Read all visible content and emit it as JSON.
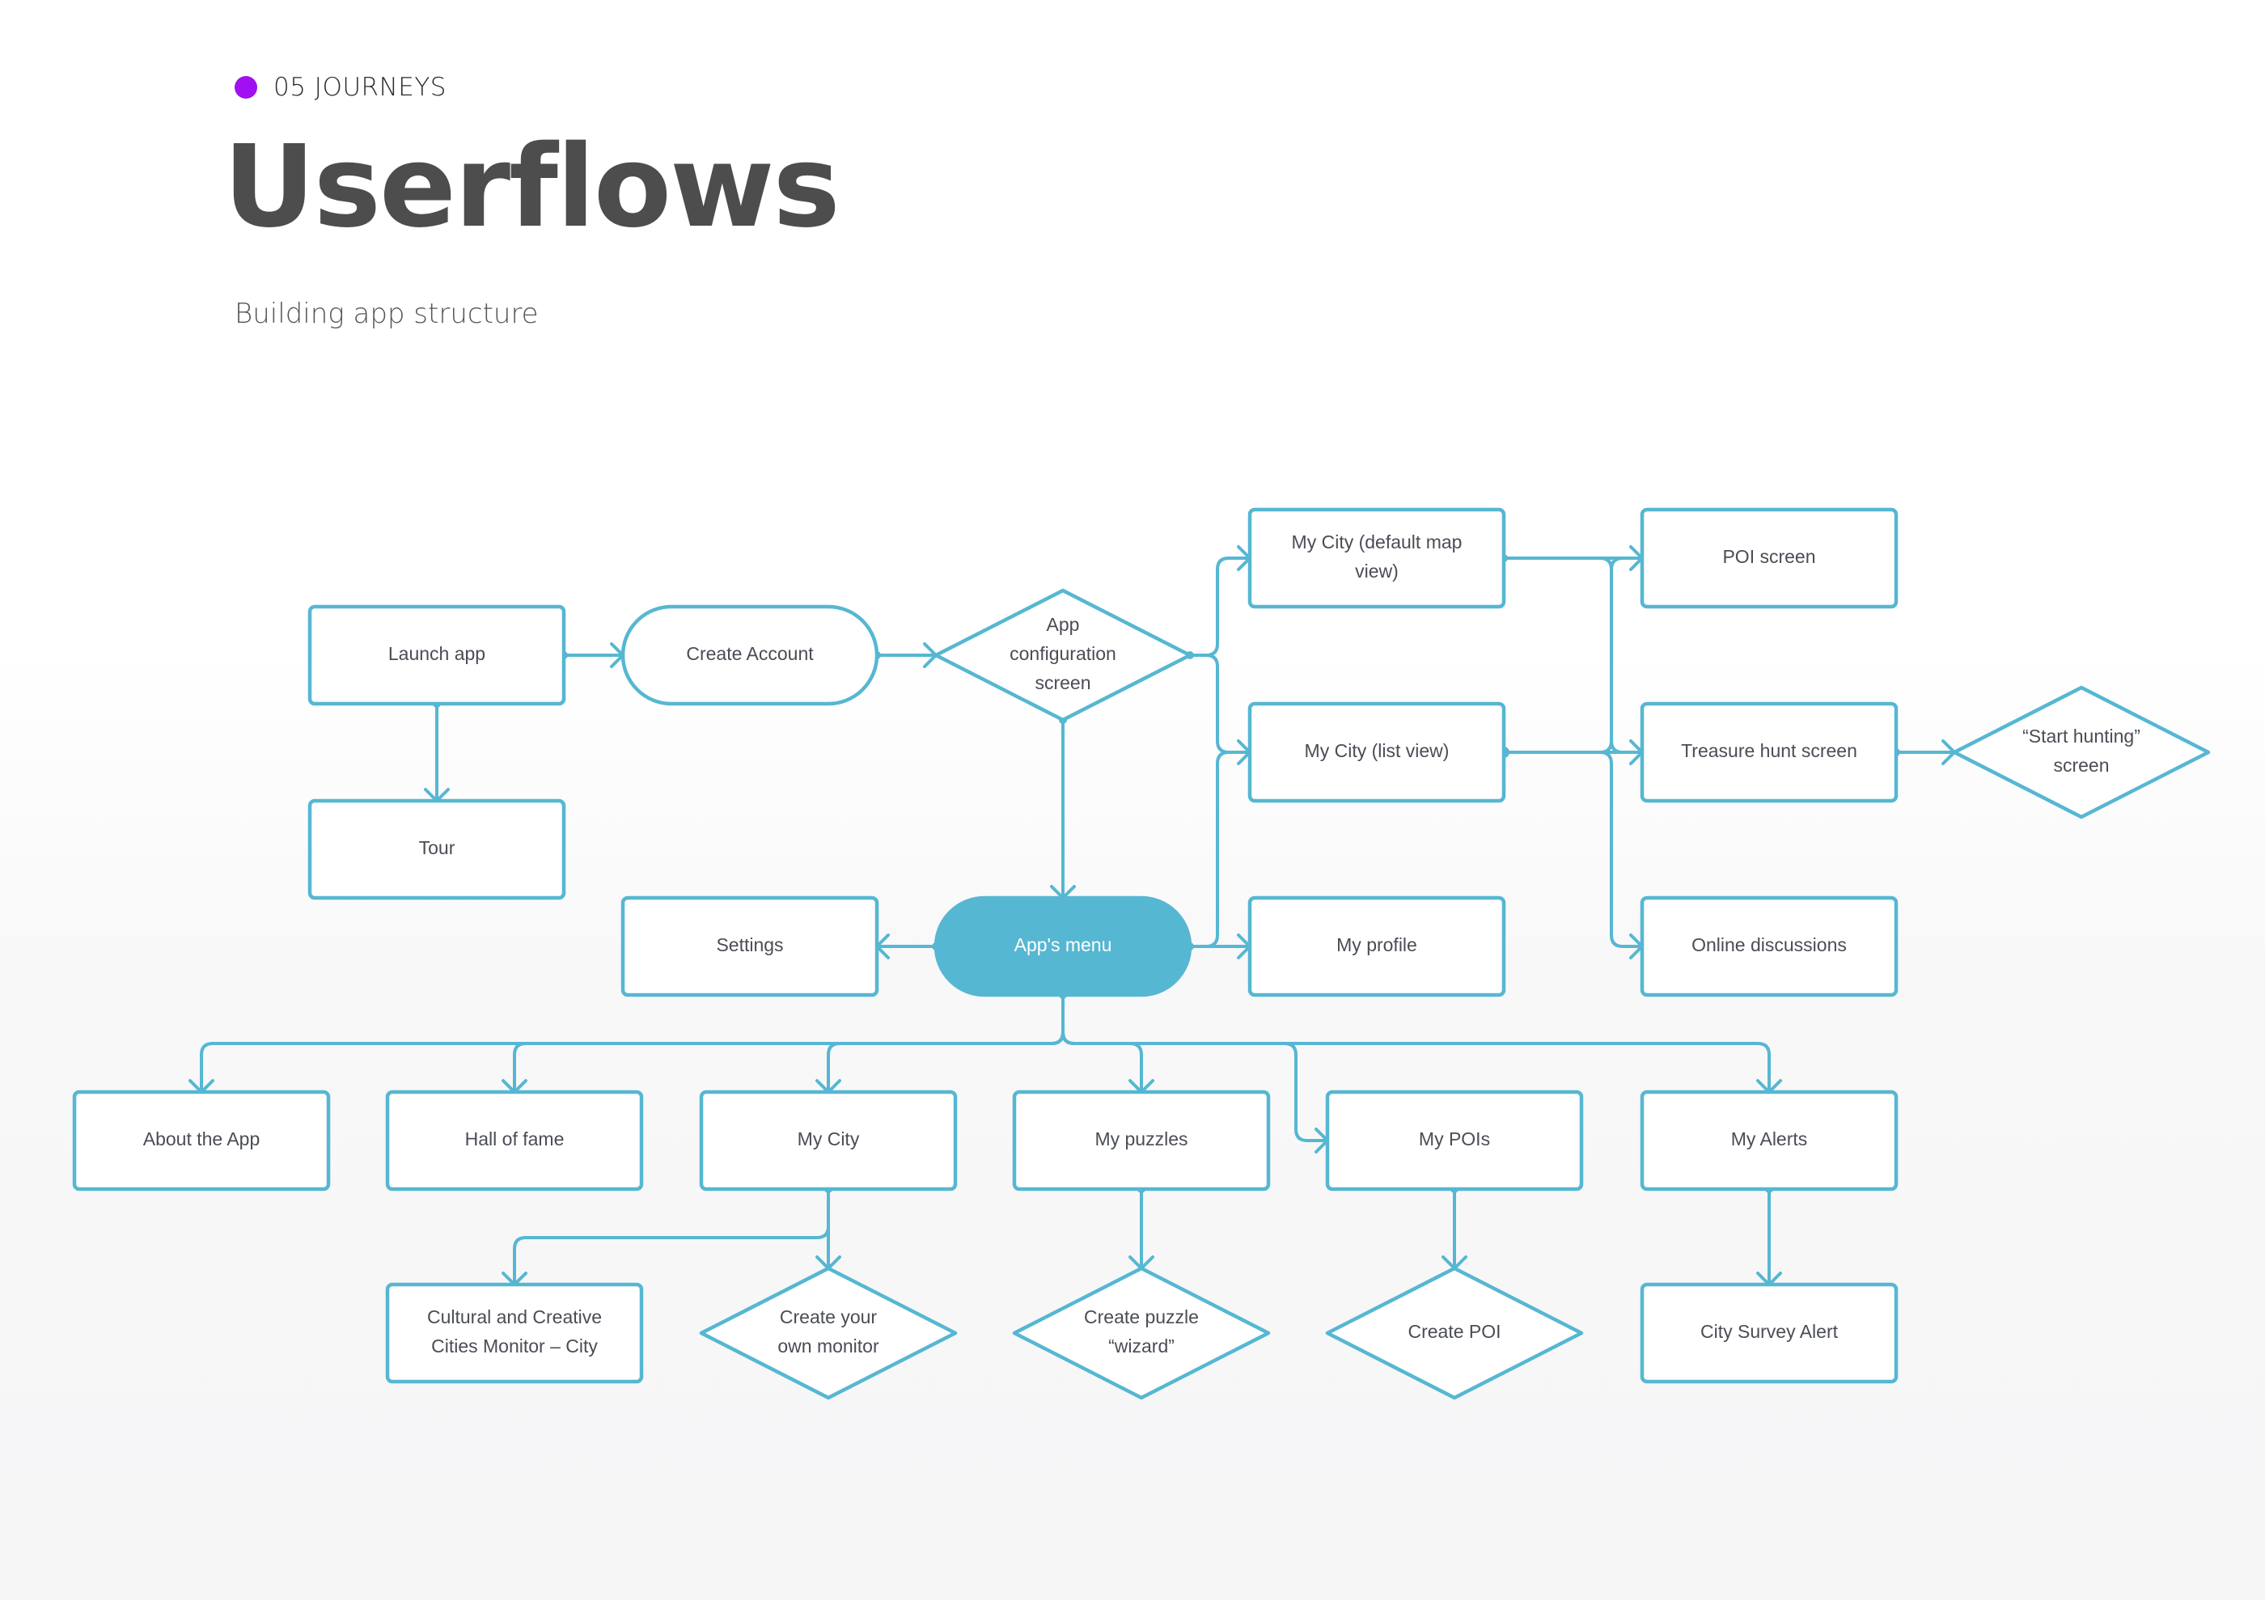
{
  "header": {
    "section_label": "05 JOURNEYS",
    "title": "Userflows",
    "subtitle": "Building app structure"
  },
  "colors": {
    "accent_dot": "#a010f0",
    "flow": "#56b7d2",
    "title": "#4d4d4d",
    "node_text": "#4a4d55"
  },
  "nodes": [
    {
      "id": "launch",
      "shape": "rect",
      "lines": [
        "Launch app"
      ]
    },
    {
      "id": "tour",
      "shape": "rect",
      "lines": [
        "Tour"
      ]
    },
    {
      "id": "create-account",
      "shape": "pill",
      "lines": [
        "Create Account"
      ]
    },
    {
      "id": "app-config",
      "shape": "diamond",
      "lines": [
        "App",
        "configuration",
        "screen"
      ]
    },
    {
      "id": "mycity-map",
      "shape": "rect",
      "lines": [
        "My City (default map",
        "view)"
      ]
    },
    {
      "id": "mycity-list",
      "shape": "rect",
      "lines": [
        "My City (list view)"
      ]
    },
    {
      "id": "my-profile",
      "shape": "rect",
      "lines": [
        "My profile"
      ]
    },
    {
      "id": "settings",
      "shape": "rect",
      "lines": [
        "Settings"
      ]
    },
    {
      "id": "apps-menu",
      "shape": "pill-filled",
      "lines": [
        "App's menu"
      ]
    },
    {
      "id": "poi-screen",
      "shape": "rect",
      "lines": [
        "POI screen"
      ]
    },
    {
      "id": "treasure-hunt",
      "shape": "rect",
      "lines": [
        "Treasure hunt screen"
      ]
    },
    {
      "id": "online-discussions",
      "shape": "rect",
      "lines": [
        "Online discussions"
      ]
    },
    {
      "id": "start-hunting",
      "shape": "diamond",
      "lines": [
        "“Start hunting”",
        "screen"
      ]
    },
    {
      "id": "about",
      "shape": "rect",
      "lines": [
        "About the App"
      ]
    },
    {
      "id": "hall-of-fame",
      "shape": "rect",
      "lines": [
        "Hall of fame"
      ]
    },
    {
      "id": "my-city",
      "shape": "rect",
      "lines": [
        "My City"
      ]
    },
    {
      "id": "my-puzzles",
      "shape": "rect",
      "lines": [
        "My puzzles"
      ]
    },
    {
      "id": "my-pois",
      "shape": "rect",
      "lines": [
        "My POIs"
      ]
    },
    {
      "id": "my-alerts",
      "shape": "rect",
      "lines": [
        "My Alerts"
      ]
    },
    {
      "id": "cccm-city",
      "shape": "rect",
      "lines": [
        "Cultural and Creative",
        "Cities Monitor – City"
      ]
    },
    {
      "id": "create-monitor",
      "shape": "diamond",
      "lines": [
        "Create your",
        "own monitor"
      ]
    },
    {
      "id": "create-puzzle",
      "shape": "diamond",
      "lines": [
        "Create puzzle",
        "“wizard”"
      ]
    },
    {
      "id": "create-poi",
      "shape": "diamond",
      "lines": [
        "Create POI"
      ]
    },
    {
      "id": "city-survey-alert",
      "shape": "rect",
      "lines": [
        "City Survey Alert"
      ]
    }
  ],
  "edges": [
    {
      "from": "launch",
      "to": "create-account"
    },
    {
      "from": "launch",
      "to": "tour"
    },
    {
      "from": "create-account",
      "to": "app-config"
    },
    {
      "from": "app-config",
      "to": "mycity-map"
    },
    {
      "from": "app-config",
      "to": "mycity-list"
    },
    {
      "from": "app-config",
      "to": "apps-menu"
    },
    {
      "from": "apps-menu",
      "to": "settings"
    },
    {
      "from": "apps-menu",
      "to": "my-profile"
    },
    {
      "from": "apps-menu",
      "to": "mycity-list"
    },
    {
      "from": "mycity-map",
      "to": "poi-screen"
    },
    {
      "from": "mycity-map",
      "to": "treasure-hunt"
    },
    {
      "from": "mycity-list",
      "to": "poi-screen"
    },
    {
      "from": "mycity-list",
      "to": "treasure-hunt"
    },
    {
      "from": "mycity-list",
      "to": "online-discussions"
    },
    {
      "from": "treasure-hunt",
      "to": "start-hunting"
    },
    {
      "from": "apps-menu",
      "to": "about"
    },
    {
      "from": "apps-menu",
      "to": "hall-of-fame"
    },
    {
      "from": "apps-menu",
      "to": "my-city"
    },
    {
      "from": "apps-menu",
      "to": "my-puzzles"
    },
    {
      "from": "apps-menu",
      "to": "my-pois"
    },
    {
      "from": "apps-menu",
      "to": "my-alerts"
    },
    {
      "from": "my-city",
      "to": "cccm-city"
    },
    {
      "from": "my-city",
      "to": "create-monitor"
    },
    {
      "from": "my-puzzles",
      "to": "create-puzzle"
    },
    {
      "from": "my-pois",
      "to": "create-poi"
    },
    {
      "from": "my-alerts",
      "to": "city-survey-alert"
    }
  ]
}
